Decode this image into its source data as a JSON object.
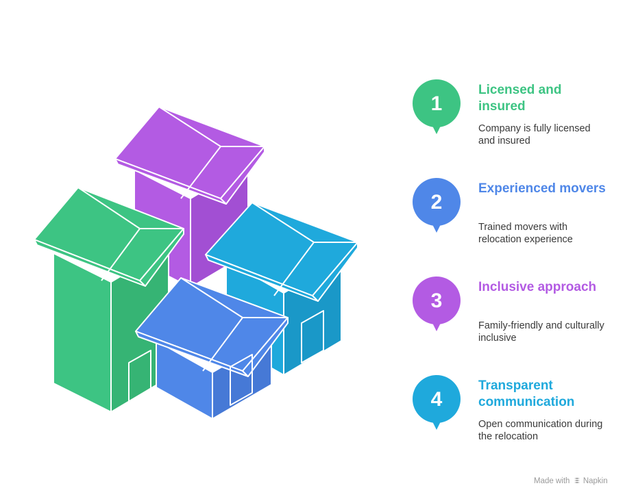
{
  "items": [
    {
      "number": "1",
      "title": "Licensed and insured",
      "description": "Company is fully licensed and insured",
      "color": "#3DC483"
    },
    {
      "number": "2",
      "title": "Experienced movers",
      "description": "Trained movers with relocation experience",
      "color": "#4F87E8"
    },
    {
      "number": "3",
      "title": "Inclusive approach",
      "description": "Family-friendly and culturally inclusive",
      "color": "#B35BE3"
    },
    {
      "number": "4",
      "title": "Transparent communication",
      "description": "Open communication during the relocation",
      "color": "#1FA9DC"
    }
  ],
  "houses": [
    {
      "name": "house-purple",
      "color": "#B35BE3"
    },
    {
      "name": "house-green",
      "color": "#3DC483"
    },
    {
      "name": "house-teal",
      "color": "#1FA9DC"
    },
    {
      "name": "house-blue",
      "color": "#4F87E8"
    }
  ],
  "footer": {
    "made_with": "Made with",
    "brand": "Napkin",
    "logo_icon": "napkin-logo-icon"
  }
}
